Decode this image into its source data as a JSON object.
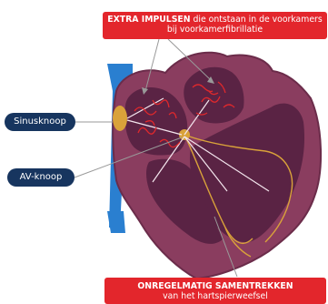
{
  "callouts": {
    "top": {
      "bold": "EXTRA IMPULSEN",
      "rest": " die ontstaan in de voorkamers",
      "line2": "bij voorkamerfibrillatie"
    },
    "bottom": {
      "bold": "ONREGELMATIG SAMENTREKKEN",
      "line2": "van het hartspierweefsel"
    }
  },
  "labels": {
    "sinus": "Sinusknoop",
    "av": "AV-knoop"
  },
  "colors": {
    "callout_red": "#e3262c",
    "label_navy": "#17355f",
    "vessel_blue": "#2a7fd0",
    "heart_wall": "#8a3d5f",
    "chamber": "#5a2344",
    "impulse": "#e0282c",
    "node": "#d9a23a"
  }
}
